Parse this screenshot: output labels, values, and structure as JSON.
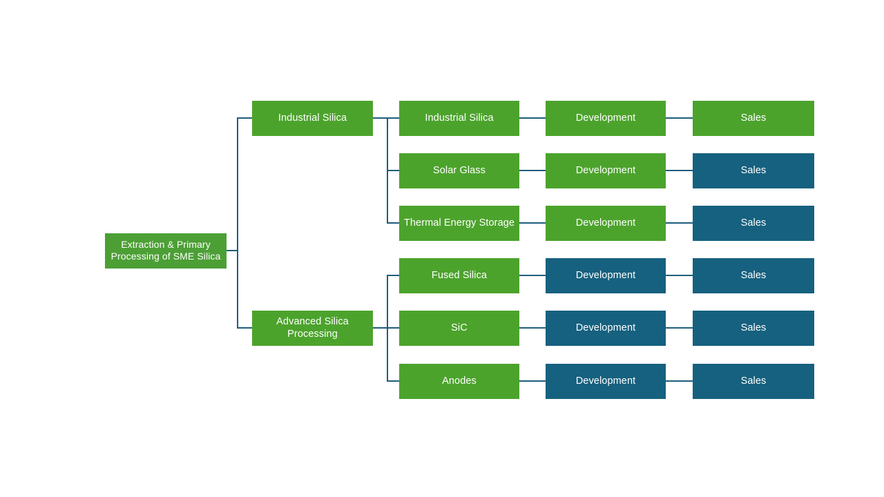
{
  "diagram": {
    "type": "tree-flow-diagram",
    "background_color": "#ffffff",
    "colors": {
      "green": "#4CA32C",
      "root_green": "#4C9F35",
      "blue": "#16617F",
      "connector": "#1F5D7C",
      "text": "#ffffff"
    },
    "root": {
      "label": "Extraction & Primary Processing of SME Silica",
      "color": "green"
    },
    "branches": [
      {
        "label": "Industrial Silica",
        "color": "green",
        "children": [
          {
            "label": "Industrial Silica",
            "color": "green",
            "stages": [
              {
                "label": "Development",
                "color": "green"
              },
              {
                "label": "Sales",
                "color": "green"
              }
            ]
          },
          {
            "label": "Solar Glass",
            "color": "green",
            "stages": [
              {
                "label": "Development",
                "color": "green"
              },
              {
                "label": "Sales",
                "color": "blue"
              }
            ]
          },
          {
            "label": "Thermal Energy Storage",
            "color": "green",
            "stages": [
              {
                "label": "Development",
                "color": "green"
              },
              {
                "label": "Sales",
                "color": "blue"
              }
            ]
          }
        ]
      },
      {
        "label": "Advanced Silica Processing",
        "color": "green",
        "children": [
          {
            "label": "Fused Silica",
            "color": "green",
            "stages": [
              {
                "label": "Development",
                "color": "blue"
              },
              {
                "label": "Sales",
                "color": "blue"
              }
            ]
          },
          {
            "label": "SiC",
            "color": "green",
            "stages": [
              {
                "label": "Development",
                "color": "blue"
              },
              {
                "label": "Sales",
                "color": "blue"
              }
            ]
          },
          {
            "label": "Anodes",
            "color": "green",
            "stages": [
              {
                "label": "Development",
                "color": "blue"
              },
              {
                "label": "Sales",
                "color": "blue"
              }
            ]
          }
        ]
      }
    ]
  }
}
